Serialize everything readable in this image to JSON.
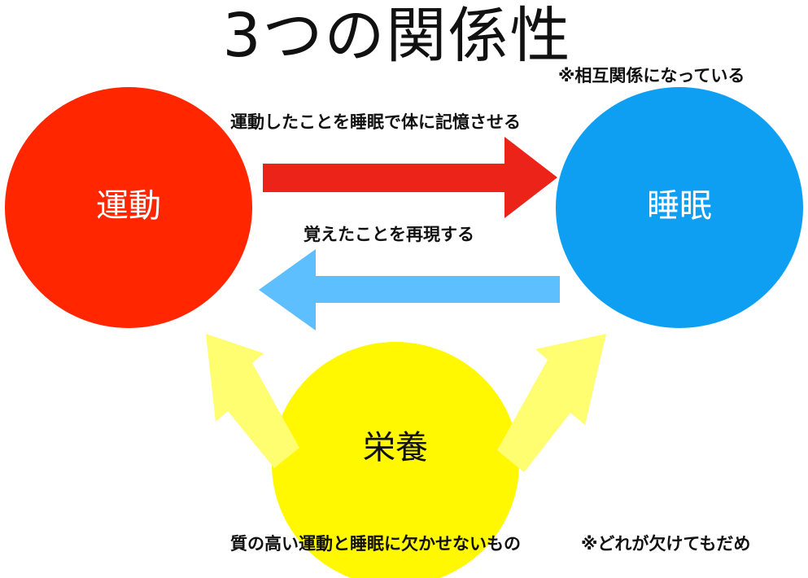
{
  "title": "3つの関係性",
  "mutual_note": "※相互関係になっている",
  "arrow_labels": {
    "top": "運動したことを睡眠で体に記憶させる",
    "middle": "覚えたことを再現する"
  },
  "nodes": {
    "exercise": {
      "label": "運動",
      "color": "#FF2600"
    },
    "sleep": {
      "label": "睡眠",
      "color": "#0F9FF2"
    },
    "nutrition": {
      "label": "栄養",
      "color": "#FFF800"
    }
  },
  "arrow_colors": {
    "to_sleep": "#EC2318",
    "to_exercise": "#5EBFFF",
    "from_nutrition": "#FFFD70"
  },
  "bottom_note": "質の高い運動と睡眠に欠かせないもの",
  "bottom_aside": "※どれが欠けてもだめ"
}
